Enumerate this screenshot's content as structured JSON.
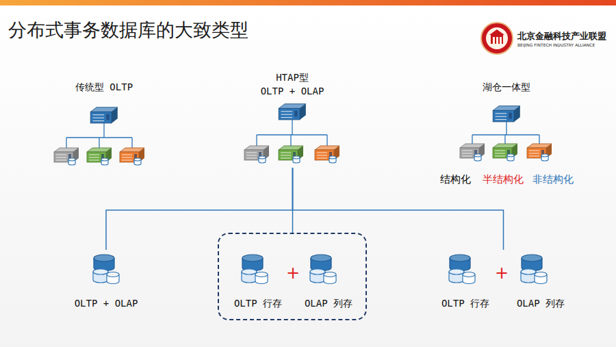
{
  "diagram": {
    "title": "分布式事务数据库的大致类型",
    "nodes": [
      {
        "text": [
          "传统型 OLTP"
        ]
      },
      {
        "text": [
          "HTAP型",
          "OLTP + OLAP"
        ]
      },
      {
        "text": [
          "湖仓一体型",
          "结构化",
          "半结构化",
          "非结构化"
        ]
      },
      {
        "text": [
          "OLTP + OLAP"
        ]
      },
      {
        "text": []
      },
      {
        "text": [
          "OLTP 行存"
        ],
        "in": 4
      },
      {
        "text": [
          "OLAP 列存"
        ],
        "in": 4
      },
      {
        "text": [
          "OLTP 行存"
        ]
      },
      {
        "text": [
          "OLAP 列存"
        ]
      }
    ],
    "edges": [
      {
        "from": 1,
        "to": 3,
        "arrow": "none"
      },
      {
        "from": 1,
        "to": 4,
        "arrow": "none"
      },
      {
        "from": 1,
        "to": 8,
        "arrow": "none"
      }
    ],
    "labels": [
      "+",
      "+",
      "北京金融科技产业联盟",
      "BEIJING FINTECH INDUSTRY ALLIANCE"
    ]
  }
}
